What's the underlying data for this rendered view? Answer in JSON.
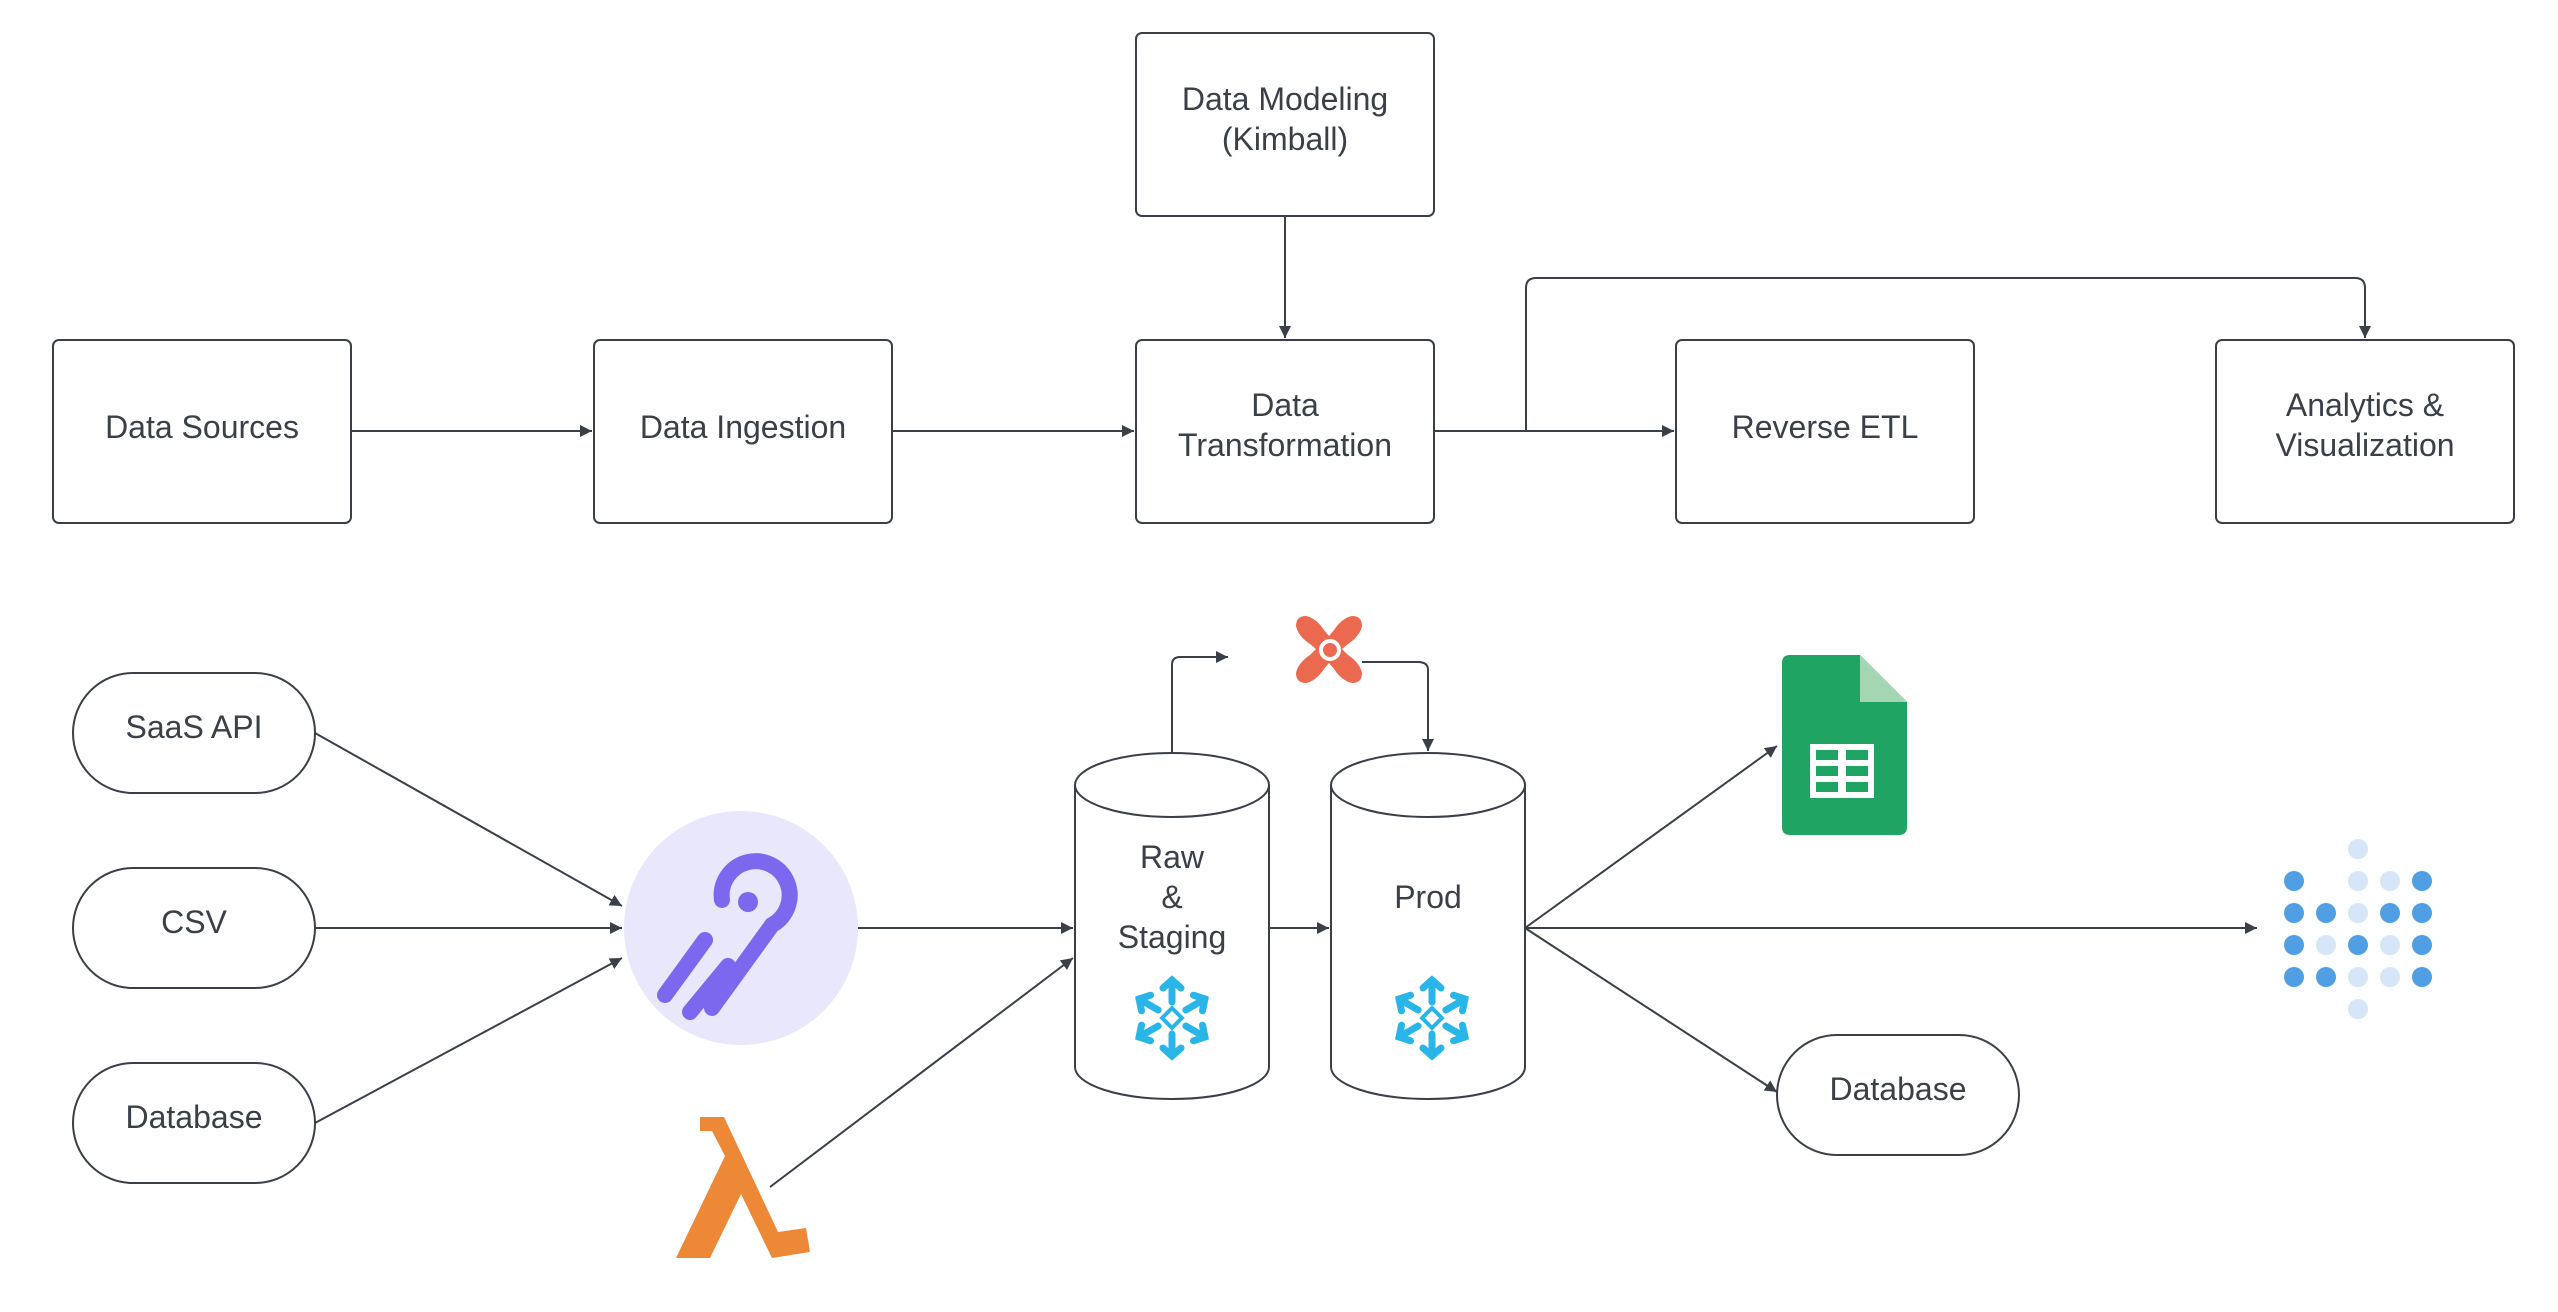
{
  "top_flow": {
    "modeling": [
      "Data Modeling",
      "(Kimball)"
    ],
    "sources": "Data Sources",
    "ingestion": "Data Ingestion",
    "transformation": [
      "Data",
      "Transformation"
    ],
    "reverse_etl": "Reverse ETL",
    "analytics": [
      "Analytics &",
      "Visualization"
    ]
  },
  "sources": {
    "saas_api": "SaaS API",
    "csv": "CSV",
    "database": "Database"
  },
  "warehouse": {
    "raw": [
      "Raw",
      "&",
      "Staging"
    ],
    "prod": "Prod"
  },
  "outputs": {
    "database": "Database"
  },
  "icons": {
    "airbyte": "airbyte-logo",
    "lambda": "aws-lambda-icon",
    "dbt": "dbt-logo",
    "snowflake": "snowflake-icon",
    "sheets": "google-sheets-icon",
    "metabase": "metabase-logo"
  },
  "colors": {
    "stroke": "#3a3f48",
    "airbyte_bg": "#e9e7fb",
    "airbyte": "#7b68ee",
    "lambda": "#ed8836",
    "dbt": "#eb6a4f",
    "snowflake": "#29b5e8",
    "sheets": "#1fa463",
    "metabase": "#509ee3"
  }
}
